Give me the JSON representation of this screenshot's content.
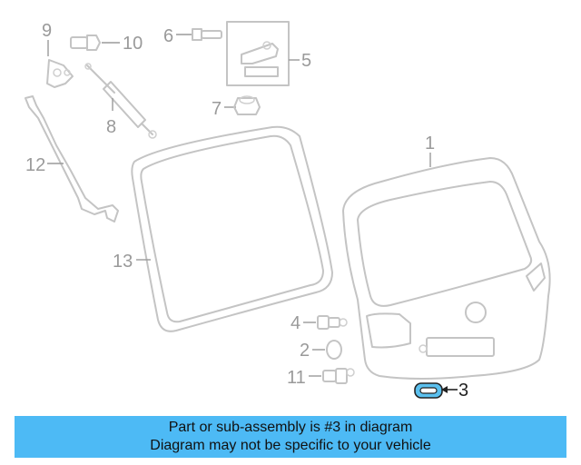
{
  "labels": {
    "l1": "1",
    "l2": "2",
    "l3": "3",
    "l4": "4",
    "l5": "5",
    "l6": "6",
    "l7": "7",
    "l8": "8",
    "l9": "9",
    "l10": "10",
    "l11": "11",
    "l12": "12",
    "l13": "13"
  },
  "caption": {
    "line1": "Part or sub-assembly is #3 in diagram",
    "line2": "Diagram may not be specific to your vehicle"
  },
  "colors": {
    "caption_bg": "#4dbaf5",
    "highlight_fill": "#5bc0ee",
    "part_stroke": "#c4c4c4",
    "label_gray": "#9a9a9a"
  }
}
